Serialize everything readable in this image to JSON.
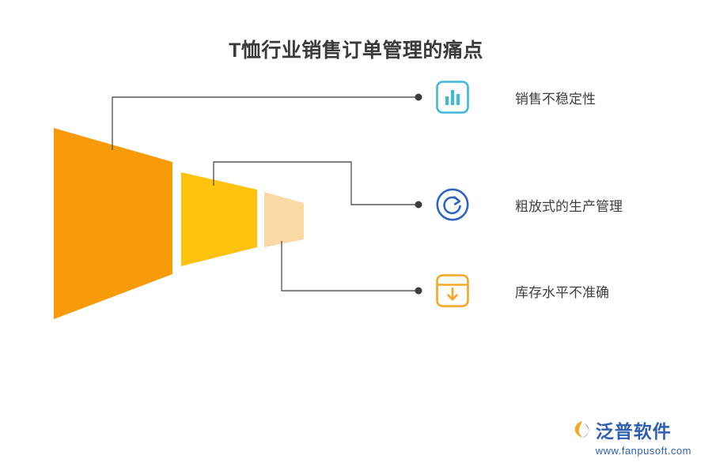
{
  "title": "T恤行业销售订单管理的痛点",
  "colors": {
    "funnel_stage1": "#F79B0A",
    "funnel_stage2": "#FFC20E",
    "funnel_stage3": "#FAD9A5",
    "connector": "#5a5a5a",
    "icon_blue_light": "#3FB8DC",
    "icon_blue": "#2F63C4",
    "icon_orange": "#F5A623",
    "text": "#3f3f3f",
    "watermark": "#2f5fb0"
  },
  "funnel": {
    "stages": [
      {
        "name": "stage-large",
        "color": "#F79B0A"
      },
      {
        "name": "stage-medium",
        "color": "#FFC20E"
      },
      {
        "name": "stage-small",
        "color": "#FAD9A5"
      }
    ]
  },
  "items": [
    {
      "label": "销售不稳定性",
      "icon": "bar-chart-icon",
      "icon_color": "#3FB8DC"
    },
    {
      "label": "粗放式的生产管理",
      "icon": "refresh-cycle-icon",
      "icon_color": "#2F63C4"
    },
    {
      "label": "库存水平不准确",
      "icon": "inbox-download-icon",
      "icon_color": "#F5A623"
    }
  ],
  "watermark": {
    "brand": "泛普软件",
    "url": "www.fanpusoft.com"
  }
}
